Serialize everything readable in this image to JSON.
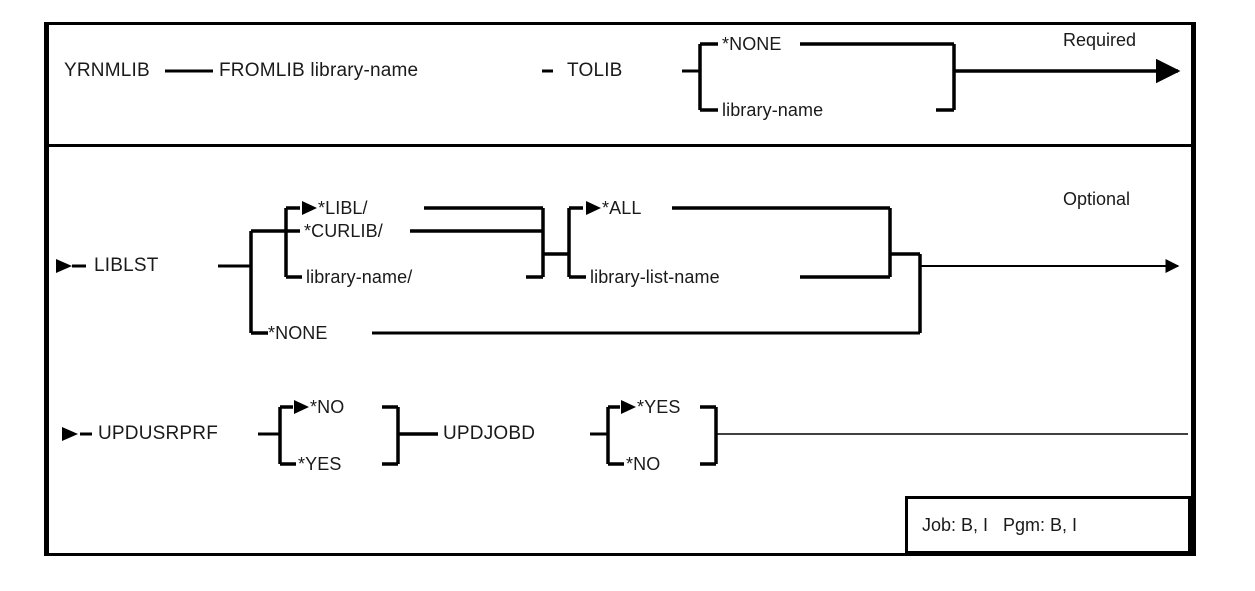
{
  "diagram": {
    "kind": "railroad-syntax-diagram",
    "command": "YRNMLIB",
    "side_labels": {
      "required": "Required",
      "optional": "Optional"
    },
    "rows": {
      "required_row": {
        "command_label": "YRNMLIB",
        "param1_label": "FROMLIB library-name",
        "param2_label": "TOLIB",
        "param2_choices": {
          "default": "*NONE",
          "alternate": "library-name"
        }
      },
      "liblst_row": {
        "keyword": "LIBLST",
        "qualifier_choices": {
          "default": "*LIBL/",
          "alt1": "*CURLIB/",
          "alt2": "library-name/"
        },
        "value_choices": {
          "default": "*ALL",
          "alt1": "library-list-name"
        },
        "bypass": "*NONE"
      },
      "updusrprf_row": {
        "keyword1": "UPDUSRPRF",
        "keyword1_choices": {
          "default": "*NO",
          "alt1": "*YES"
        },
        "keyword2": "UPDJOBD",
        "keyword2_choices": {
          "default": "*YES",
          "alt1": "*NO"
        }
      }
    },
    "footer_note": "Job: B, I   Pgm: B, I",
    "colors": {
      "line": "#000000",
      "text": "#1a1a1a",
      "background": "#ffffff"
    }
  }
}
